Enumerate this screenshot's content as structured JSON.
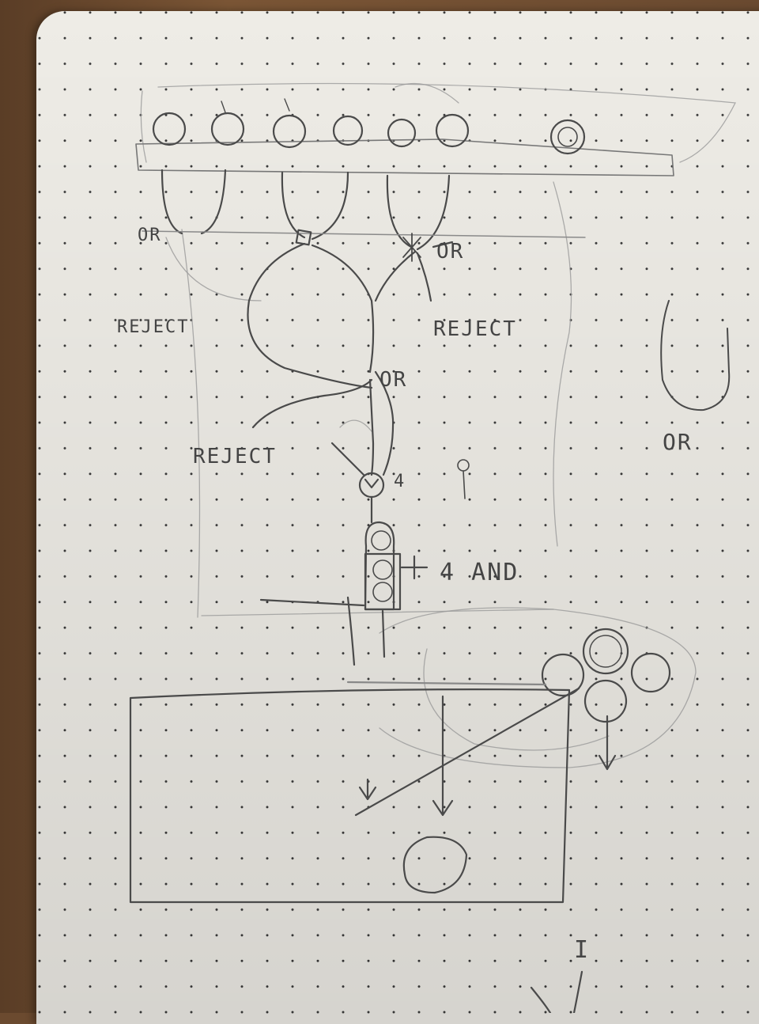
{
  "labels": {
    "or_top_left": "OR",
    "or_top_right": "OR",
    "reject_left": "REJECT",
    "reject_right": "REJECT",
    "or_middle": "OR",
    "reject_bottom": "REJECT",
    "gate_number": "4",
    "and_gate": "4 AND",
    "or_symbol_label": "OR",
    "bottom_mark": "I"
  }
}
